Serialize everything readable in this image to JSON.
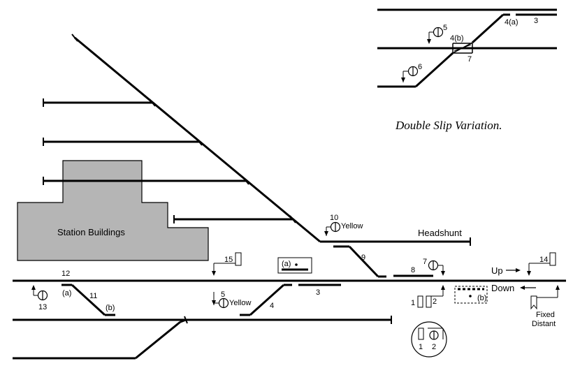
{
  "labels": {
    "station_buildings": "Station Buildings",
    "headshunt": "Headshunt",
    "caption": "Double Slip Variation.",
    "up": "Up",
    "down": "Down",
    "fixed": "Fixed",
    "distant": "Distant",
    "yellow": "Yellow",
    "lever_1": "1",
    "lever_2": "2",
    "lever_3": "3",
    "lever_4": "4",
    "lever_5": "5",
    "lever_6": "6",
    "lever_7": "7",
    "lever_8": "8",
    "lever_9": "9",
    "lever_10": "10",
    "lever_11": "11",
    "lever_12": "12",
    "lever_13": "13",
    "lever_14": "14",
    "lever_15": "15",
    "sub_a": "(a)",
    "sub_b": "(b)",
    "lever_4a": "4(a)",
    "lever_4b": "4(b)"
  }
}
